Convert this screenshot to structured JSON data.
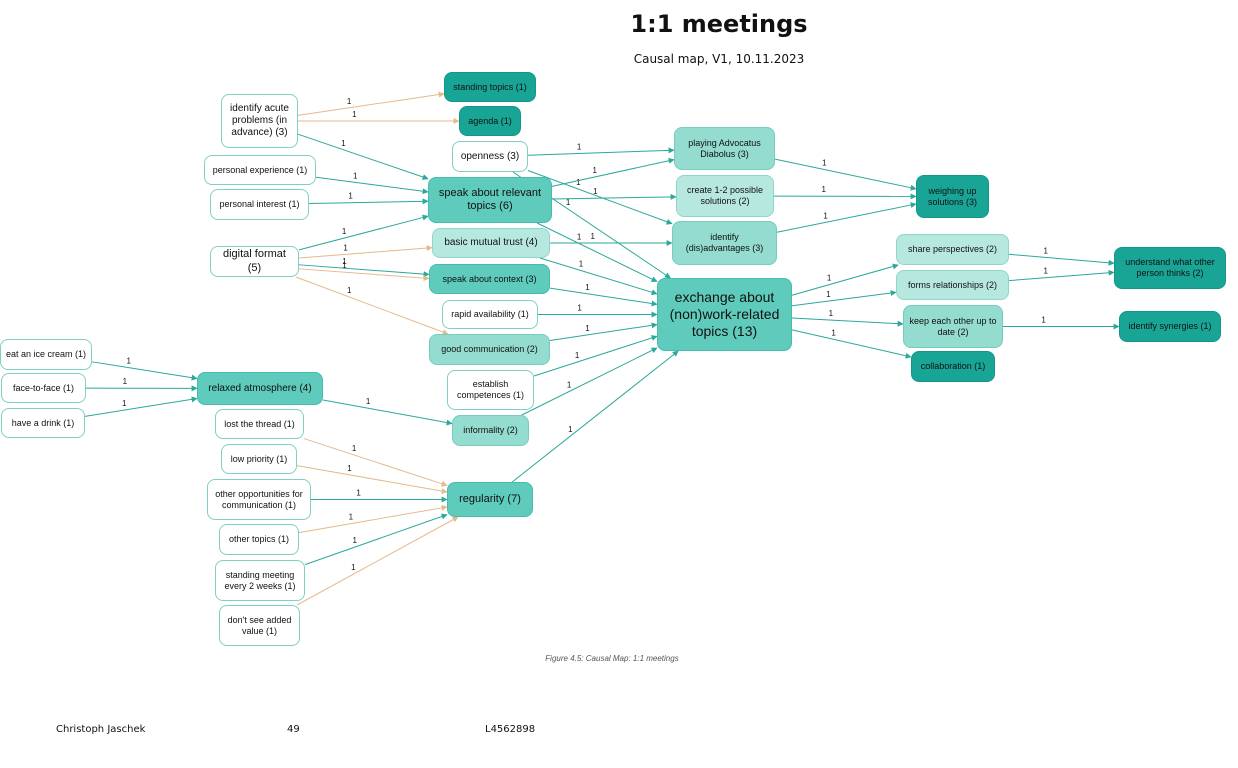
{
  "header": {
    "title": "1:1 meetings",
    "subtitle": "Causal map, V1, 10.11.2023"
  },
  "nodes": {
    "standing_topics": "standing topics (1)",
    "agenda": "agenda (1)",
    "identify_acute": "identify acute problems (in advance) (3)",
    "openness": "openness (3)",
    "personal_experience": "personal experience (1)",
    "personal_interest": "personal interest (1)",
    "speak_relevant": "speak about relevant topics (6)",
    "digital_format": "digital format (5)",
    "basic_trust": "basic mutual trust (4)",
    "speak_context": "speak about context (3)",
    "rapid_availability": "rapid availability (1)",
    "good_communication": "good communication (2)",
    "establish_competences": "establish competences (1)",
    "informality": "informality (2)",
    "playing_advocatus": "playing Advocatus Diabolus (3)",
    "create_solutions": "create 1-2 possible solutions (2)",
    "identify_disadvantages": "identify (dis)advantages (3)",
    "weighing_up": "weighing up solutions (3)",
    "exchange": "exchange about (non)work-related topics (13)",
    "share_perspectives": "share perspectives (2)",
    "forms_relationships": "forms relationships (2)",
    "keep_each_other": "keep each other up to date (2)",
    "collaboration": "collaboration (1)",
    "understand_what": "understand what other person thinks (2)",
    "identify_synergies": "identify synergies (1)",
    "eat_ice_cream": "eat an ice cream (1)",
    "face_to_face": "face-to-face (1)",
    "have_drink": "have a drink (1)",
    "relaxed_atmosphere": "relaxed atmosphere (4)",
    "lost_thread": "lost the thread (1)",
    "low_priority": "low priority (1)",
    "other_opportunities": "other opportunities for communication (1)",
    "other_topics": "other topics (1)",
    "standing_meeting": "standing meeting every 2 weeks (1)",
    "dont_see": "don't see added value (1)",
    "regularity": "regularity (7)"
  },
  "edges": [
    {
      "from": "identify_acute",
      "to": "standing_topics",
      "label": "1",
      "color": "#e6b98c"
    },
    {
      "from": "identify_acute",
      "to": "agenda",
      "label": "1",
      "color": "#e6b98c"
    },
    {
      "from": "identify_acute",
      "to": "speak_relevant",
      "label": "1",
      "color": "#2aa89a"
    },
    {
      "from": "personal_experience",
      "to": "speak_relevant",
      "label": "1",
      "color": "#2aa89a"
    },
    {
      "from": "personal_interest",
      "to": "speak_relevant",
      "label": "1",
      "color": "#2aa89a"
    },
    {
      "from": "digital_format",
      "to": "speak_relevant",
      "label": "1",
      "color": "#2aa89a"
    },
    {
      "from": "digital_format",
      "to": "basic_trust",
      "label": "1",
      "color": "#e6b98c"
    },
    {
      "from": "digital_format",
      "to": "speak_context",
      "label": "1",
      "color": "#2aa89a"
    },
    {
      "from": "digital_format",
      "to": "speak_context",
      "label": "1",
      "color": "#e6b98c"
    },
    {
      "from": "digital_format",
      "to": "good_communication",
      "label": "1",
      "color": "#e6b98c"
    },
    {
      "from": "openness",
      "to": "playing_advocatus",
      "label": "1",
      "color": "#2aa89a"
    },
    {
      "from": "openness",
      "to": "identify_disadvantages",
      "label": "1",
      "color": "#2aa89a"
    },
    {
      "from": "openness",
      "to": "exchange",
      "label": "1",
      "color": "#2aa89a"
    },
    {
      "from": "speak_relevant",
      "to": "playing_advocatus",
      "label": "1",
      "color": "#2aa89a"
    },
    {
      "from": "speak_relevant",
      "to": "create_solutions",
      "label": "1",
      "color": "#2aa89a"
    },
    {
      "from": "speak_relevant",
      "to": "exchange",
      "label": "1",
      "color": "#2aa89a"
    },
    {
      "from": "basic_trust",
      "to": "identify_disadvantages",
      "label": "1",
      "color": "#2aa89a"
    },
    {
      "from": "basic_trust",
      "to": "exchange",
      "label": "1",
      "color": "#2aa89a"
    },
    {
      "from": "speak_context",
      "to": "exchange",
      "label": "1",
      "color": "#2aa89a"
    },
    {
      "from": "rapid_availability",
      "to": "exchange",
      "label": "1",
      "color": "#2aa89a"
    },
    {
      "from": "good_communication",
      "to": "exchange",
      "label": "1",
      "color": "#2aa89a"
    },
    {
      "from": "establish_competences",
      "to": "exchange",
      "label": "1",
      "color": "#2aa89a"
    },
    {
      "from": "informality",
      "to": "exchange",
      "label": "1",
      "color": "#2aa89a"
    },
    {
      "from": "regularity",
      "to": "exchange",
      "label": "1",
      "color": "#2aa89a"
    },
    {
      "from": "playing_advocatus",
      "to": "weighing_up",
      "label": "1",
      "color": "#2aa89a"
    },
    {
      "from": "create_solutions",
      "to": "weighing_up",
      "label": "1",
      "color": "#2aa89a"
    },
    {
      "from": "identify_disadvantages",
      "to": "weighing_up",
      "label": "1",
      "color": "#2aa89a"
    },
    {
      "from": "exchange",
      "to": "share_perspectives",
      "label": "1",
      "color": "#2aa89a"
    },
    {
      "from": "exchange",
      "to": "forms_relationships",
      "label": "1",
      "color": "#2aa89a"
    },
    {
      "from": "exchange",
      "to": "keep_each_other",
      "label": "1",
      "color": "#2aa89a"
    },
    {
      "from": "exchange",
      "to": "collaboration",
      "label": "1",
      "color": "#2aa89a"
    },
    {
      "from": "share_perspectives",
      "to": "understand_what",
      "label": "1",
      "color": "#2aa89a"
    },
    {
      "from": "forms_relationships",
      "to": "understand_what",
      "label": "1",
      "color": "#2aa89a"
    },
    {
      "from": "keep_each_other",
      "to": "identify_synergies",
      "label": "1",
      "color": "#2aa89a"
    },
    {
      "from": "eat_ice_cream",
      "to": "relaxed_atmosphere",
      "label": "1",
      "color": "#2aa89a"
    },
    {
      "from": "face_to_face",
      "to": "relaxed_atmosphere",
      "label": "1",
      "color": "#2aa89a"
    },
    {
      "from": "have_drink",
      "to": "relaxed_atmosphere",
      "label": "1",
      "color": "#2aa89a"
    },
    {
      "from": "relaxed_atmosphere",
      "to": "informality",
      "label": "1",
      "color": "#2aa89a"
    },
    {
      "from": "lost_thread",
      "to": "regularity",
      "label": "1",
      "color": "#e6b98c"
    },
    {
      "from": "low_priority",
      "to": "regularity",
      "label": "1",
      "color": "#e6b98c"
    },
    {
      "from": "other_opportunities",
      "to": "regularity",
      "label": "1",
      "color": "#2aa89a"
    },
    {
      "from": "other_topics",
      "to": "regularity",
      "label": "1",
      "color": "#e6b98c"
    },
    {
      "from": "standing_meeting",
      "to": "regularity",
      "label": "1",
      "color": "#2aa89a"
    },
    {
      "from": "dont_see",
      "to": "regularity",
      "label": "1",
      "color": "#e6b98c"
    }
  ],
  "caption": "Figure 4.5: Causal Map: 1:1 meetings",
  "footer": {
    "author": "Christoph Jaschek",
    "page": "49",
    "id": "L4562898"
  }
}
